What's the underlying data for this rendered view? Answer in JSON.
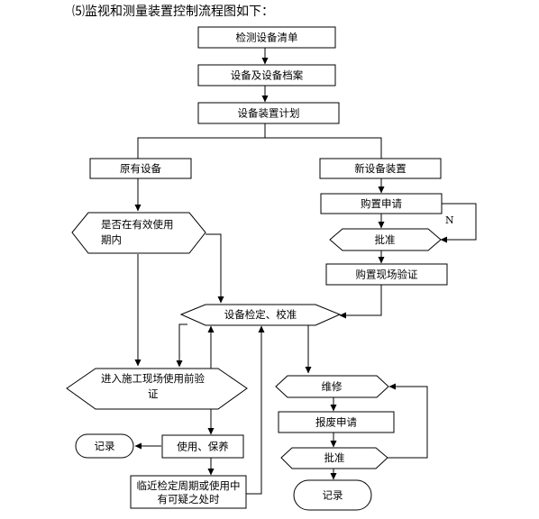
{
  "heading": "⑸监视和测量装置控制流程图如下：",
  "nodes": {
    "list": "检测设备清单",
    "archive": "设备及设备档案",
    "plan": "设备装置计划",
    "existing": "原有设备",
    "new_device": "新设备装置",
    "purchase_request": "购置申请",
    "approve_purchase": "批准",
    "onsite_check": "购置现场验证",
    "valid_check_line1": "是否在有效使用",
    "valid_check_line2": "期内",
    "calibrate": "设备检定、校准",
    "enter_site_line1": "进入施工现场使用前验",
    "enter_site_line2": "证",
    "use_maintain": "使用、保养",
    "record_left": "记录",
    "due_line1": "临近检定周期或使用中",
    "due_line2": "有可疑之处时",
    "repair": "维修",
    "scrap_request": "报废申请",
    "approve_scrap": "批准",
    "record_right": "记录"
  },
  "labels": {
    "n": "N"
  }
}
